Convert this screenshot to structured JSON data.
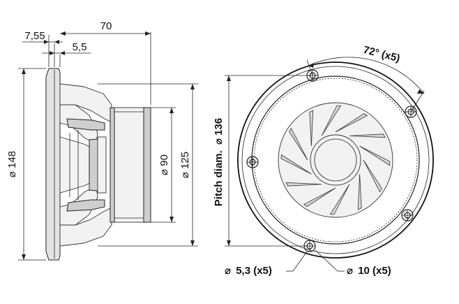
{
  "dimensions": {
    "depth_total": "70",
    "flange_thickness": "7,55",
    "flange_offset": "5,5",
    "outer_diameter": "148",
    "magnet_diameter": "90",
    "basket_diameter": "125",
    "pitch_diameter_label": "Pitch diam.",
    "pitch_diameter": "136",
    "angle": "72° (x5)",
    "hole_diameter": "5,3 (x5)",
    "counterbore_diameter": "10 (x5)"
  },
  "symbols": {
    "diameter": "⌀"
  }
}
